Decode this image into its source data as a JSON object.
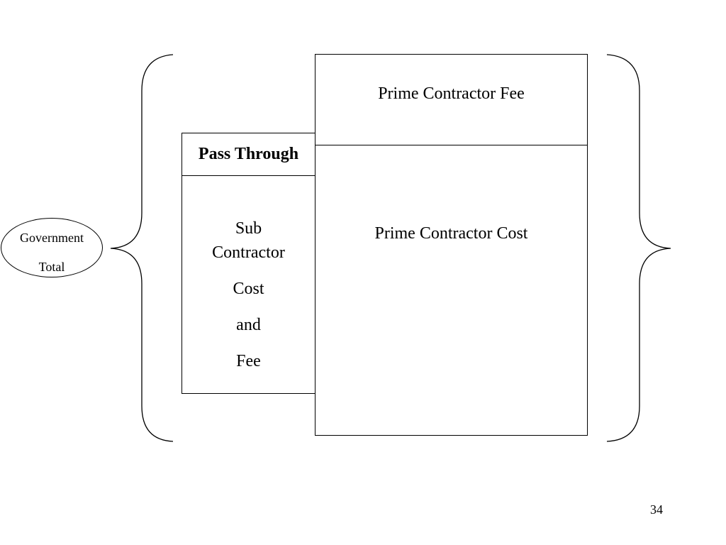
{
  "diagram": {
    "prime_contractor_fee": "Prime Contractor Fee",
    "prime_contractor_cost": "Prime Contractor Cost",
    "pass_through": "Pass Through",
    "sub_contractor_lines": [
      "Sub",
      "Contractor",
      "Cost",
      "and",
      "Fee"
    ],
    "government_total_lines": [
      "Government",
      "Total"
    ]
  },
  "slide": {
    "page_number": "34"
  }
}
